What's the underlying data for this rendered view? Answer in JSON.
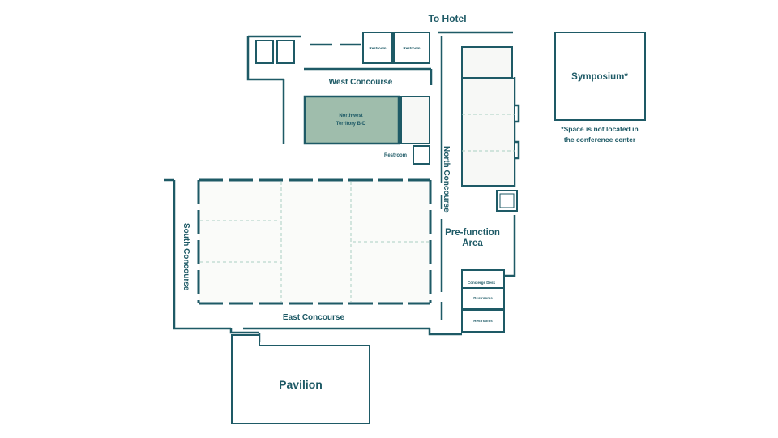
{
  "map": {
    "labels": {
      "to_hotel": "To Hotel",
      "west_concourse": "West Concourse",
      "north_concourse": "North Concourse",
      "south_concourse": "South Concourse",
      "east_concourse": "East Concourse",
      "prefunction_line1": "Pre-function",
      "prefunction_line2": "Area",
      "northwest_line1": "Northwest",
      "northwest_line2": "Territory B-D",
      "restroom_small_1": "Restroom",
      "restroom_small_2": "Restroom",
      "restroom_mid": "Restroom",
      "concierge_desk": "Concierge Desk",
      "restrooms_1": "Restrooms",
      "restrooms_2": "Restrooms",
      "pavilion": "Pavilion",
      "symposium": "Symposium*",
      "note_line1": "*Space is not located in",
      "note_line2": "the conference center"
    },
    "colors": {
      "line": "#1e5a66",
      "highlight": "#9fbdac",
      "divider": "#a9cfc3"
    }
  }
}
